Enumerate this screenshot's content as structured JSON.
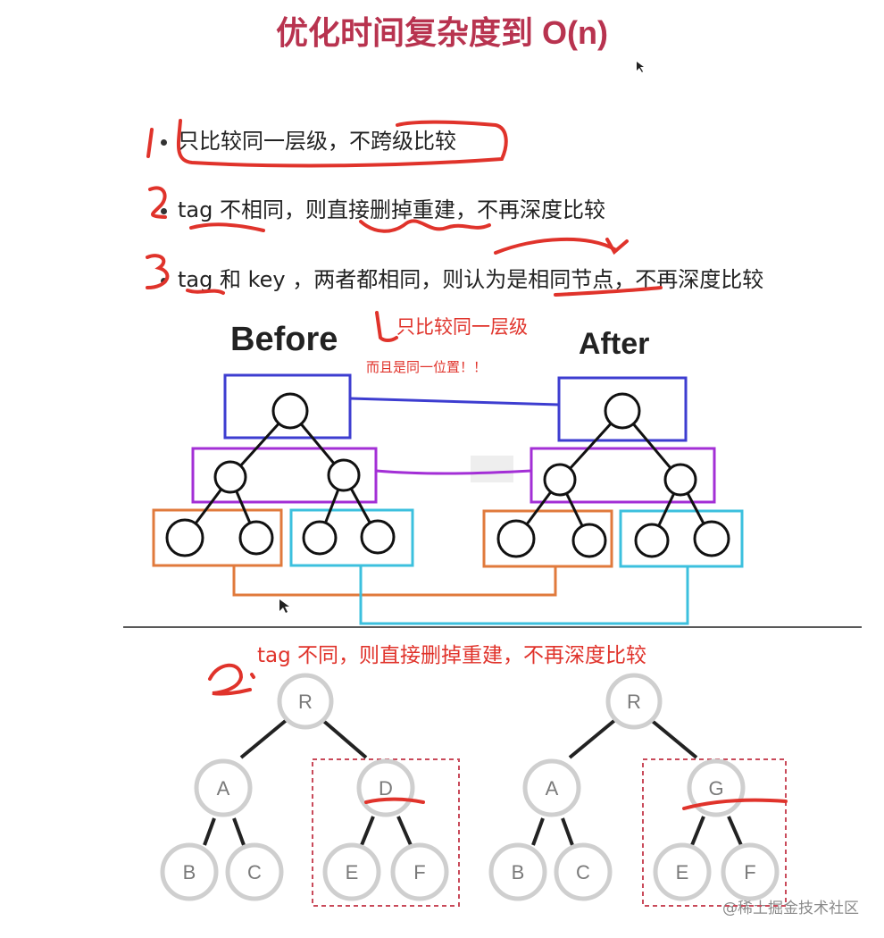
{
  "title": "优化时间复杂度到 O(n)",
  "bullets": [
    "只比较同一层级，不跨级比较",
    "tag 不相同，则直接删掉重建，不再深度比较",
    "tag 和 key ，两者都相同，则认为是相同节点，不再深度比较"
  ],
  "annotations": {
    "same_level": "只比较同一层级",
    "same_position": "而且是同一位置！！",
    "section2": "tag 不同，则直接删掉重建，不再深度比较",
    "num1": "1",
    "num2": "2.",
    "num_big2": "2."
  },
  "diagram1": {
    "before_label": "Before",
    "after_label": "After"
  },
  "diagram2": {
    "left_tree": {
      "root": "R",
      "left": "A",
      "right": "D",
      "ll": "B",
      "lr": "C",
      "rl": "E",
      "rr": "F"
    },
    "right_tree": {
      "root": "R",
      "left": "A",
      "right": "G",
      "ll": "B",
      "lr": "C",
      "rl": "E",
      "rr": "F"
    }
  },
  "watermark": "@稀土掘金技术社区",
  "colors": {
    "title": "#b8334f",
    "annotation_red": "#e0332b",
    "level1": "#3d3dd0",
    "level2": "#a32fd6",
    "level3_left": "#e07a3c",
    "level3_right": "#3cc0de"
  }
}
